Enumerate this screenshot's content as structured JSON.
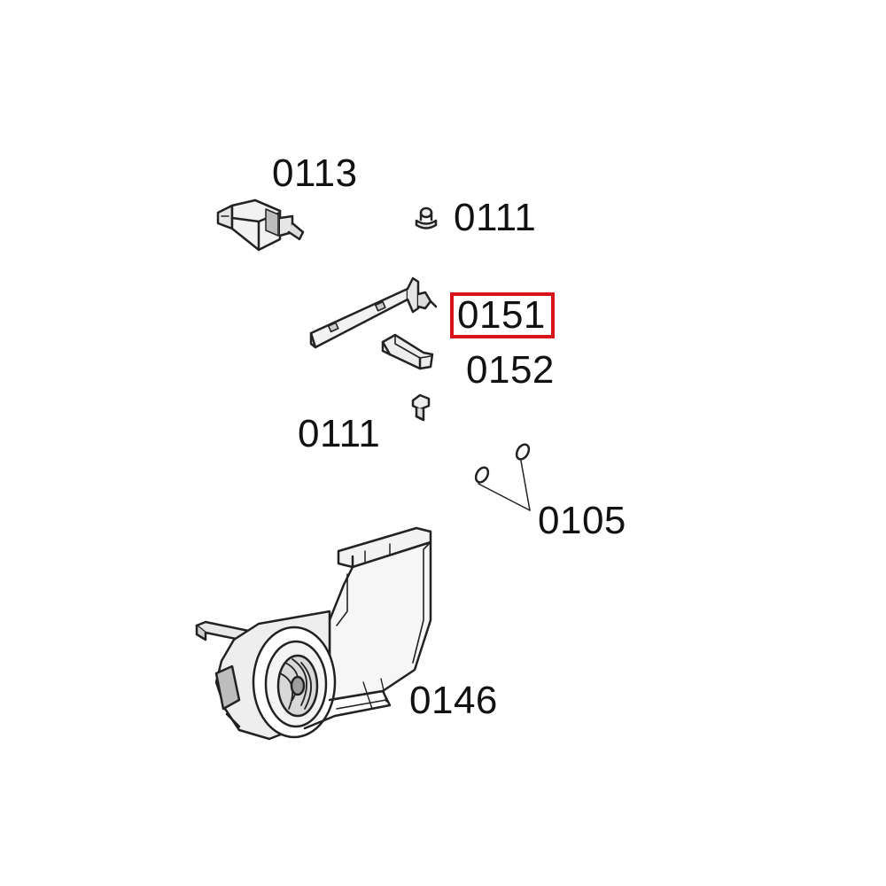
{
  "diagram": {
    "parts": [
      {
        "id": "p0113",
        "number": "0113",
        "highlighted": false
      },
      {
        "id": "p0111a",
        "number": "0111",
        "highlighted": false
      },
      {
        "id": "p0151",
        "number": "0151",
        "highlighted": true
      },
      {
        "id": "p0152",
        "number": "0152",
        "highlighted": false
      },
      {
        "id": "p0111b",
        "number": "0111",
        "highlighted": false
      },
      {
        "id": "p0105",
        "number": "0105",
        "highlighted": false
      },
      {
        "id": "p0146",
        "number": "0146",
        "highlighted": false
      }
    ],
    "colors": {
      "line": "#222222",
      "fill": "#eeeeee",
      "shade": "#bdbdbd",
      "highlight": "#d8121b"
    }
  }
}
